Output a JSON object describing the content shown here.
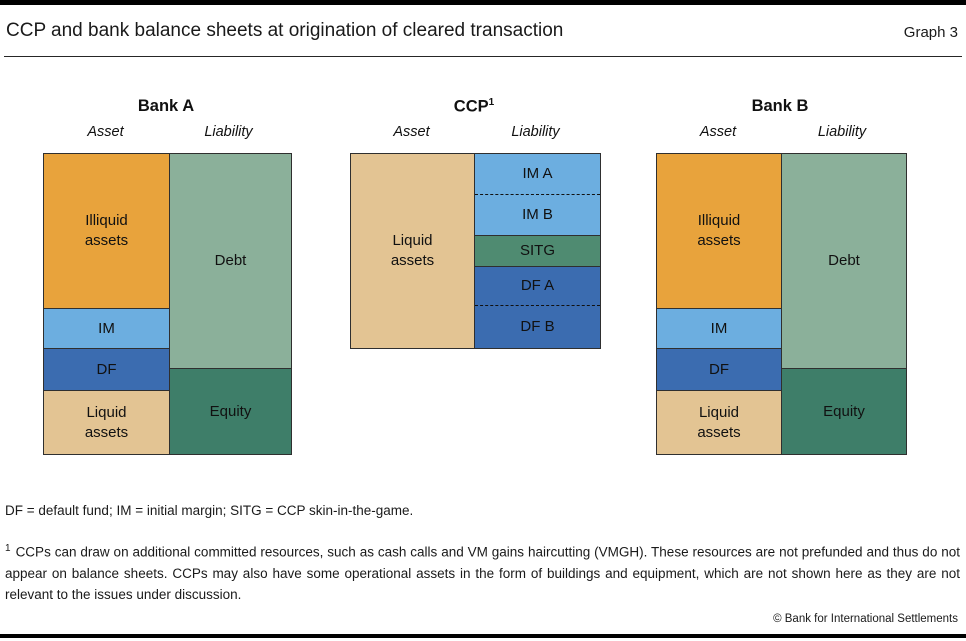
{
  "header": {
    "title": "CCP and bank balance sheets at origination of cleared transaction",
    "graph_label": "Graph 3"
  },
  "sheets": [
    {
      "title": "Bank A",
      "asset_header": "Asset",
      "liability_header": "Liability",
      "asset_blocks": [
        {
          "label": "Illiquid\nassets"
        },
        {
          "label": "IM"
        },
        {
          "label": "DF"
        },
        {
          "label": "Liquid\nassets"
        }
      ],
      "liability_blocks": [
        {
          "label": "Debt"
        },
        {
          "label": "Equity"
        }
      ]
    },
    {
      "title": "CCP",
      "title_superscript": "1",
      "asset_header": "Asset",
      "liability_header": "Liability",
      "asset_blocks": [
        {
          "label": "Liquid\nassets"
        }
      ],
      "liability_blocks": [
        {
          "label": "IM A"
        },
        {
          "label": "IM B"
        },
        {
          "label": "SITG"
        },
        {
          "label": "DF A"
        },
        {
          "label": "DF B"
        }
      ]
    },
    {
      "title": "Bank B",
      "asset_header": "Asset",
      "liability_header": "Liability",
      "asset_blocks": [
        {
          "label": "Illiquid\nassets"
        },
        {
          "label": "IM"
        },
        {
          "label": "DF"
        },
        {
          "label": "Liquid\nassets"
        }
      ],
      "liability_blocks": [
        {
          "label": "Debt"
        },
        {
          "label": "Equity"
        }
      ]
    }
  ],
  "palette": {
    "illiquid_assets_orange": "#E8A33C",
    "initial_margin_light_blue": "#6CAEE0",
    "default_fund_dark_blue": "#3B6CB0",
    "liquid_assets_tan": "#E3C493",
    "debt_sage_green": "#8BB09A",
    "equity_dark_green": "#3E7E69",
    "sitg_green": "#4F8B71",
    "bar_black": "#000000"
  },
  "footnotes": {
    "legend": "DF = default fund; IM = initial margin; SITG = CCP skin-in-the-game.",
    "marker": "1",
    "text": "CCPs can draw on additional committed resources, such as cash calls and VM gains haircutting (VMGH). These resources are not prefunded and thus do not appear on balance sheets. CCPs may also have some operational assets in the form of buildings and equipment, which are not shown here as they are not relevant to the issues under discussion."
  },
  "footer": {
    "copyright": "© Bank for International Settlements"
  }
}
